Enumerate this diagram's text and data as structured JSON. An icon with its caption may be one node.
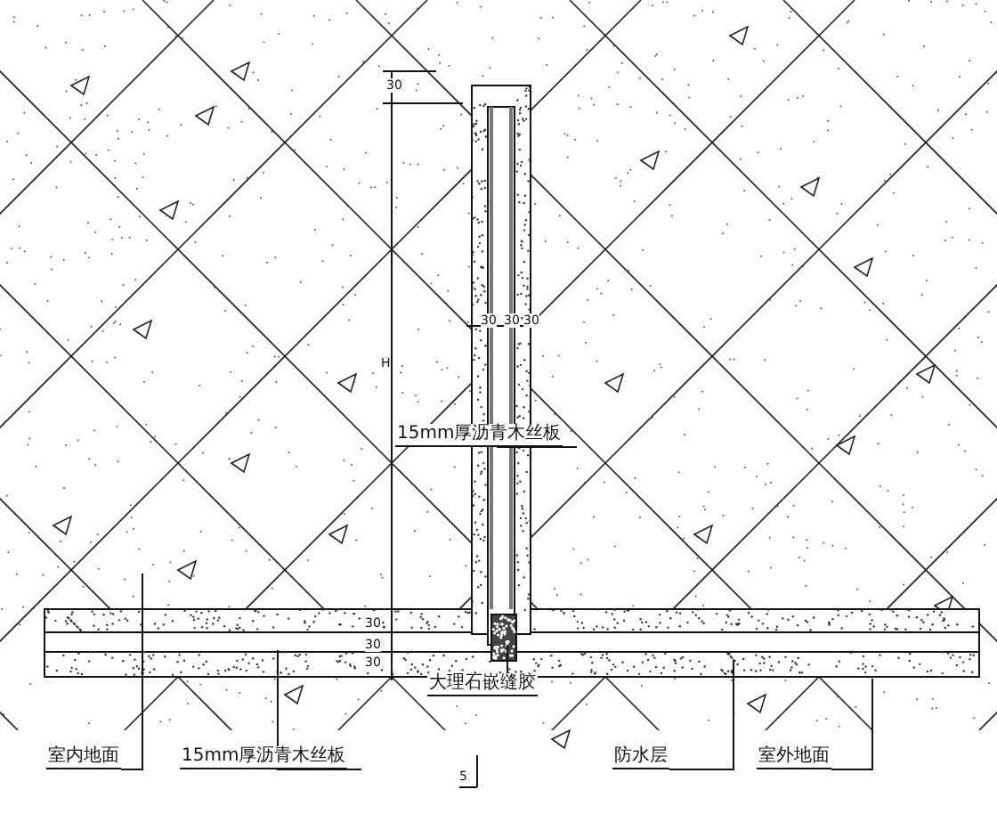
{
  "diagram": {
    "nodes": [
      {
        "text": [
          "15mm厚沥青木丝板"
        ]
      },
      {
        "text": [
          "大理石嵌缝胶"
        ]
      },
      {
        "text": [
          "室内地面"
        ]
      },
      {
        "text": [
          "15mm厚沥青木丝板"
        ]
      },
      {
        "text": [
          "防水层"
        ]
      },
      {
        "text": [
          "室外地面"
        ]
      }
    ],
    "edges": [
      {
        "from": 0,
        "to": null,
        "arrow": "none"
      },
      {
        "from": 1,
        "to": null,
        "arrow": "none"
      },
      {
        "from": 2,
        "to": null,
        "arrow": "none"
      },
      {
        "from": 3,
        "to": null,
        "arrow": "none"
      },
      {
        "from": 4,
        "to": null,
        "arrow": "none"
      },
      {
        "from": 5,
        "to": null,
        "arrow": "none"
      }
    ],
    "labels": [
      "30",
      "30",
      "30",
      "30",
      "H",
      "30",
      "30",
      "30",
      "5"
    ]
  }
}
